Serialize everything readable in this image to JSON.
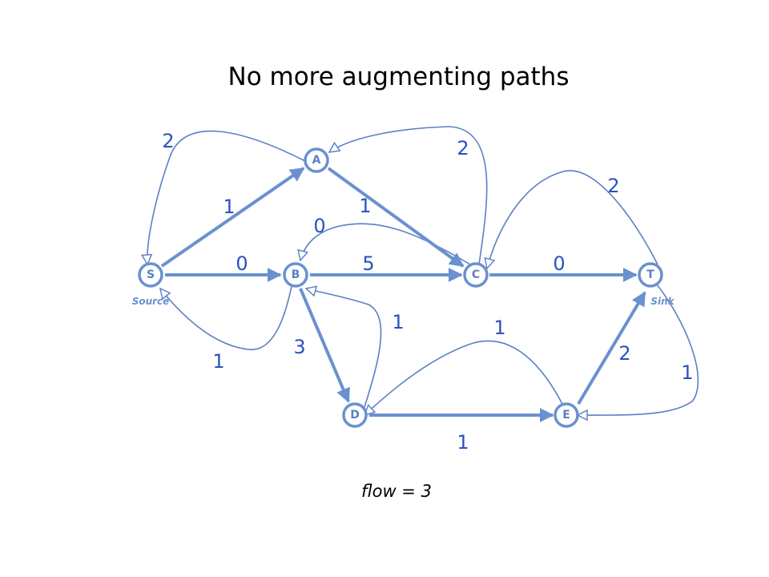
{
  "title": "No more augmenting paths",
  "flow_text": "flow = 3",
  "colors": {
    "edge": "#6a91cf",
    "residual": "#5b7fc4",
    "label": "#2a52be"
  },
  "nodes": [
    {
      "id": "S",
      "label": "S",
      "caption": "Source"
    },
    {
      "id": "A",
      "label": "A",
      "caption": ""
    },
    {
      "id": "B",
      "label": "B",
      "caption": ""
    },
    {
      "id": "C",
      "label": "C",
      "caption": ""
    },
    {
      "id": "T",
      "label": "T",
      "caption": "Sink"
    },
    {
      "id": "D",
      "label": "D",
      "caption": ""
    },
    {
      "id": "E",
      "label": "E",
      "caption": ""
    }
  ],
  "forward_edges": [
    {
      "from": "S",
      "to": "A",
      "capacity": "1"
    },
    {
      "from": "S",
      "to": "B",
      "capacity": "0"
    },
    {
      "from": "A",
      "to": "C",
      "capacity": "1"
    },
    {
      "from": "B",
      "to": "C",
      "capacity": "5"
    },
    {
      "from": "C",
      "to": "T",
      "capacity": "0"
    },
    {
      "from": "B",
      "to": "D",
      "capacity": "3"
    },
    {
      "from": "D",
      "to": "E",
      "capacity": "1"
    },
    {
      "from": "E",
      "to": "T",
      "capacity": "2"
    }
  ],
  "residual_edges": [
    {
      "from": "A",
      "to": "S",
      "capacity": "2"
    },
    {
      "from": "C",
      "to": "A",
      "capacity": "2"
    },
    {
      "from": "C",
      "to": "B",
      "capacity": "0"
    },
    {
      "from": "T",
      "to": "C",
      "capacity": "2"
    },
    {
      "from": "B",
      "to": "S",
      "capacity": "1"
    },
    {
      "from": "D",
      "to": "B",
      "capacity": "1"
    },
    {
      "from": "E",
      "to": "D",
      "capacity": "1"
    },
    {
      "from": "T",
      "to": "E",
      "capacity": "1"
    }
  ]
}
